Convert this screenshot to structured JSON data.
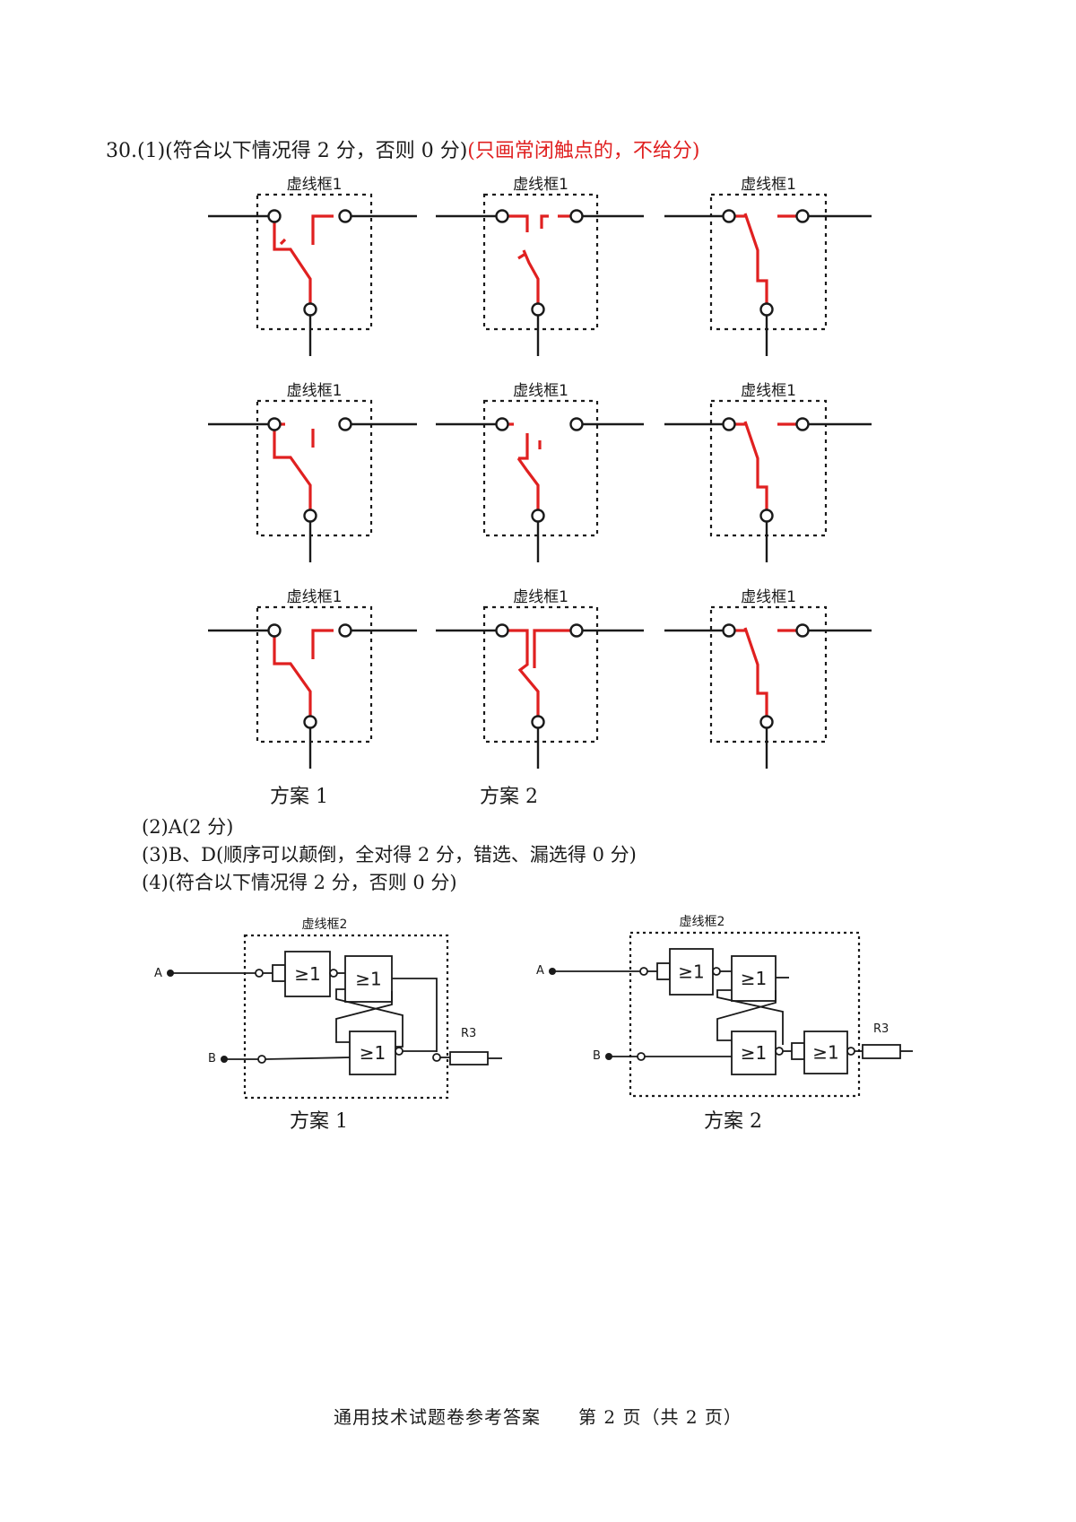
{
  "question": {
    "prefix": "30.(1)(符合以下情况得 2 分，否则 0 分)",
    "note": "(只画常闭触点的，不给分)",
    "note_color": "#e02020"
  },
  "relay_diagrams": {
    "box_label": "虚线框1",
    "wire_color": "#1a1a1a",
    "contact_color": "#e02020",
    "scheme1_label": "方案 1",
    "scheme2_label": "方案 2"
  },
  "answers": {
    "a2": "(2)A(2 分)",
    "a3": "(3)B、D(顺序可以颠倒，全对得 2 分，错选、漏选得 0 分)",
    "a4": "(4)(符合以下情况得 2 分，否则 0 分)"
  },
  "logic_diagrams": {
    "box_label": "虚线框2",
    "input_a": "A",
    "input_b": "B",
    "resistor": "R3",
    "gate_symbol": "≥1",
    "scheme1_label": "方案 1",
    "scheme2_label": "方案 2"
  },
  "footer": {
    "text": "通用技术试题卷参考答案　　第 2 页（共 2 页）"
  }
}
